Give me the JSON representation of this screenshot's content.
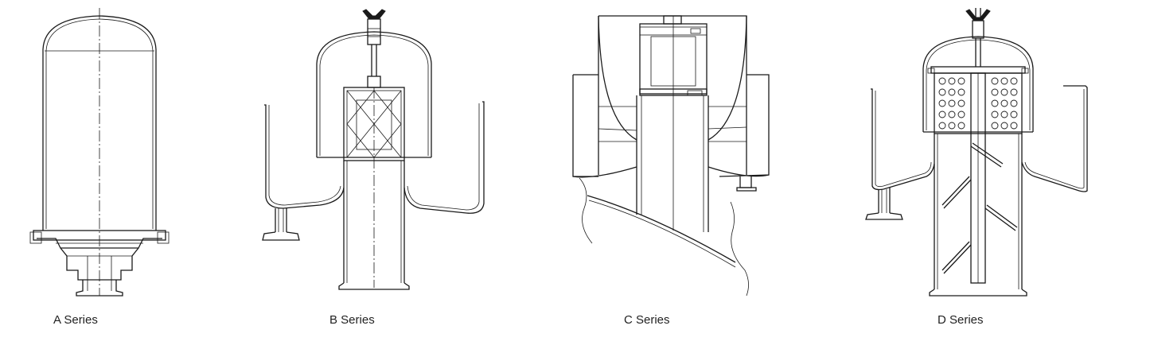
{
  "figure": {
    "captions": {
      "a": "A  Series",
      "b": "B  Series",
      "c": "C  Series",
      "d": "D  Series"
    }
  }
}
